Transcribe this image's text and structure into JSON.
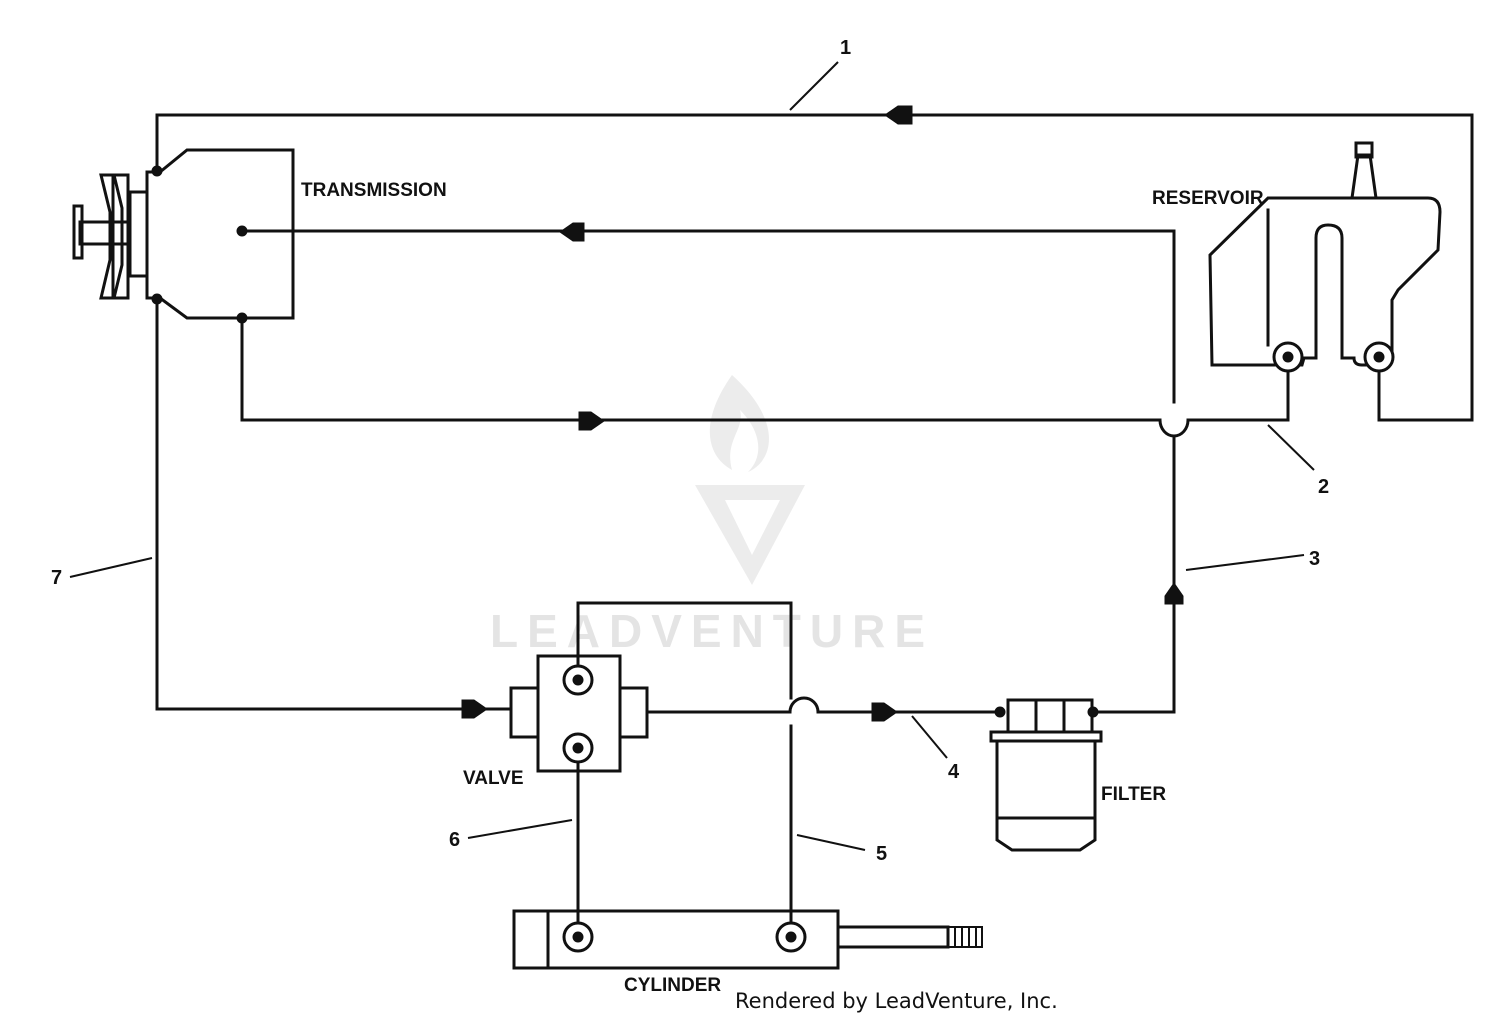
{
  "labels": {
    "transmission": "TRANSMISSION",
    "reservoir": "RESERVOIR",
    "valve": "VALVE",
    "filter": "FILTER",
    "cylinder": "CYLINDER"
  },
  "callouts": [
    "1",
    "2",
    "3",
    "4",
    "5",
    "6",
    "7"
  ],
  "watermark": "LEADVENTURE",
  "credit": "Rendered by LeadVenture, Inc.",
  "colors": {
    "line": "#111111",
    "watermark": "#e4e4e4",
    "background": "#ffffff"
  }
}
